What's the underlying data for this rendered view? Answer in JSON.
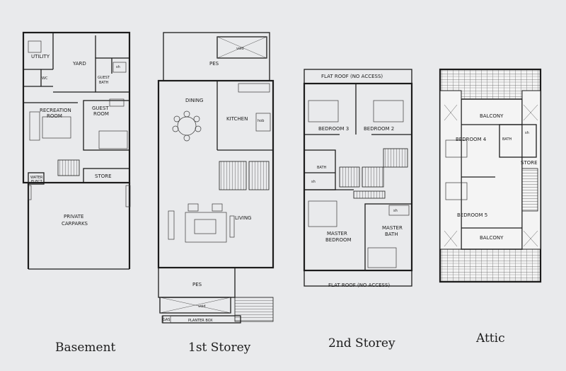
{
  "captions": {
    "basement": "Basement",
    "first": "1st Storey",
    "second": "2nd Storey",
    "attic": "Attic"
  },
  "basement": {
    "utility": "UTILITY",
    "wc": "WC",
    "yard": "YARD",
    "guest_bath_1": "GUEST",
    "guest_bath_2": "BATH",
    "sh": "sh",
    "recreation": "RECREATION",
    "recreation_2": "ROOM",
    "guest_room_1": "GUEST",
    "guest_room_2": "ROOM",
    "water_1": "WATER",
    "water_2": "ELECT",
    "store": "STORE",
    "carparks_1": "PRIVATE",
    "carparks_2": "CARPARKS"
  },
  "first": {
    "pes_top": "PES",
    "void_top": "void",
    "dining": "DINING",
    "kitchen": "KITCHEN",
    "hob": "hob",
    "living": "LIVING",
    "pes_bottom": "PES",
    "void_bottom": "void",
    "planter": "PLANTER BOX",
    "gas": "GAS"
  },
  "second": {
    "flat_roof_top": "FLAT ROOF (NO ACCESS)",
    "bedroom3": "BEDROOM 3",
    "bedroom2": "BEDROOM 2",
    "bath": "BATH",
    "sh_left": "sh",
    "sh_right": "sh",
    "master_bedroom_1": "MASTER",
    "master_bedroom_2": "BEDROOM",
    "master_bath_1": "MASTER",
    "master_bath_2": "BATH",
    "flat_roof_bottom": "FLAT ROOF (NO ACCESS)"
  },
  "attic": {
    "balcony_top": "BALCONY",
    "bedroom4": "BEDROOM 4",
    "bath": "BATH",
    "sh": "sh",
    "store": "STORE",
    "bedroom5": "BEDROOM 5",
    "balcony_bottom": "BALCONY"
  }
}
